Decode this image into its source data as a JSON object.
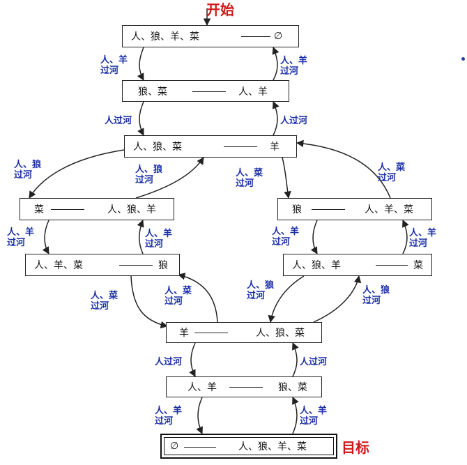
{
  "title_start": "开始",
  "title_goal": "目标",
  "empty_symbol": "∅",
  "colors": {
    "label": "#1a2ea6",
    "title": "#d01818",
    "line": "#222222"
  },
  "states": {
    "s0": {
      "left": "人、狼、羊、菜",
      "right": "∅"
    },
    "s1": {
      "left": "狼、菜",
      "right": "人、羊"
    },
    "s2": {
      "left": "人、狼、菜",
      "right": "羊"
    },
    "s3": {
      "left": "菜",
      "right": "人、狼、羊"
    },
    "s4": {
      "left": "狼",
      "right": "人、羊、菜"
    },
    "s5": {
      "left": "人、羊、菜",
      "right": "狼"
    },
    "s6": {
      "left": "人、狼、羊",
      "right": "菜"
    },
    "s7": {
      "left": "羊",
      "right": "人、狼、菜"
    },
    "s8": {
      "left": "人、羊",
      "right": "狼、菜"
    },
    "s9": {
      "left": "∅",
      "right": "人、狼、羊、菜"
    }
  },
  "labels": {
    "man_sheep": "人、羊\n过河",
    "man_alone": "人过河",
    "man_wolf": "人、狼\n过河",
    "man_cabbage": "人、菜\n过河"
  }
}
